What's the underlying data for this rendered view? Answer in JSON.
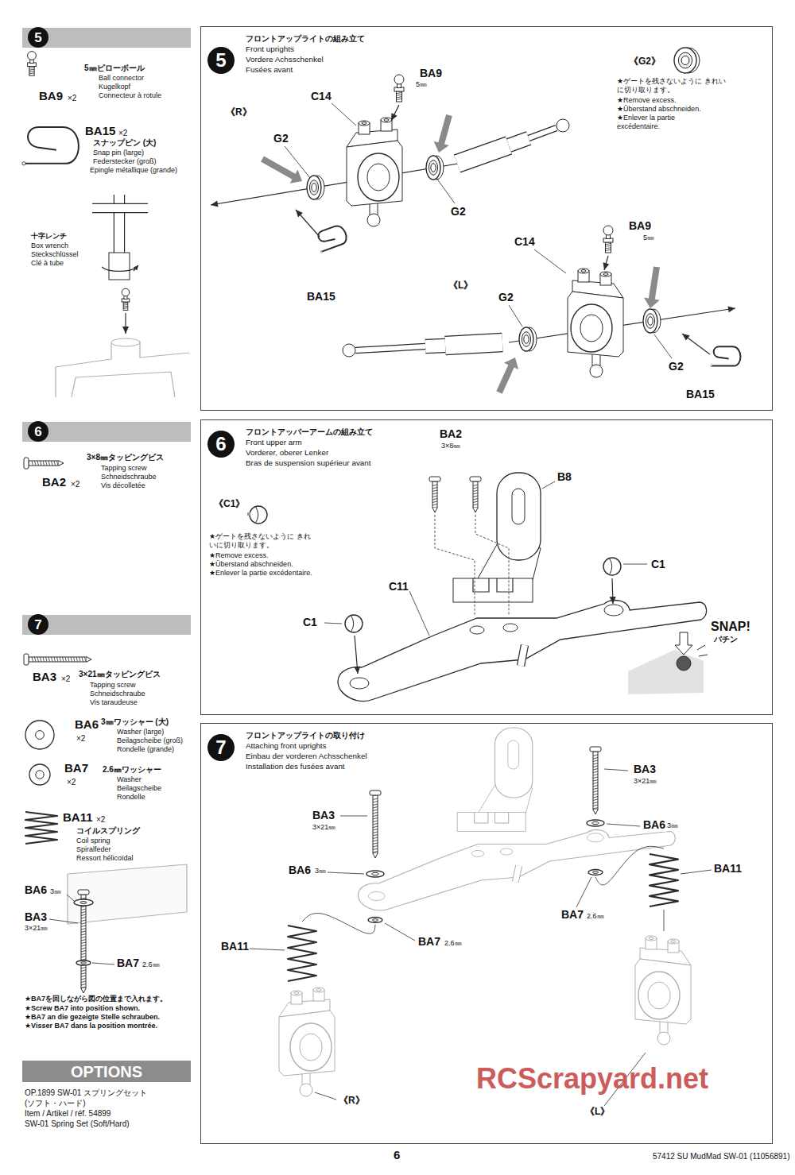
{
  "diagram": {
    "nodes": [
      {
        "text": [
          "5"
        ]
      },
      {
        "text": [
          "フロントアップライトの組み立て",
          "Front uprights",
          "Vordere Achsschenkel",
          "Fusées avant"
        ]
      },
      {
        "text": [
          "5"
        ],
        "in": 1
      },
      {
        "text": [
          "6"
        ]
      },
      {
        "text": [
          "フロントアッパーアームの組み立て",
          "Front upper arm",
          "Vorderer, oberer Lenker",
          "Bras de suspension supérieur avant"
        ]
      },
      {
        "text": [
          "6"
        ],
        "in": 4
      },
      {
        "text": [
          "7"
        ]
      },
      {
        "text": [
          "フロントアップライトの取り付け",
          "Attaching front uprights",
          "Einbau der vorderen Achsschenkel",
          "Installation des fusées avant"
        ]
      },
      {
        "text": [
          "7"
        ],
        "in": 7
      },
      {
        "text": [
          "OPTIONS"
        ]
      }
    ],
    "labels": [
      "BA9",
      "×2",
      "5㎜ピローボール",
      "Ball connector",
      "Kugelkopf",
      "Connecteur à rotule",
      "BA15",
      "×2",
      "スナップピン (大)",
      "Snap pin (large)",
      "Federstecker (groß)",
      "Epingle métallique (grande)",
      "十字レンチ",
      "Box wrench",
      "Steckschlüssel",
      "Clé à tube",
      "3×8㎜タッピングビス",
      "Tapping screw",
      "Schneidschraube",
      "Vis décolletée",
      "BA2",
      "×2",
      "BA3",
      "×2",
      "3×21㎜タッピングビス",
      "Tapping screw",
      "Schneidschraube",
      "Vis taraudeuse",
      "BA6",
      "×2",
      "3㎜ワッシャー (大)",
      "Washer (large)",
      "Beilagscheibe (groß)",
      "Rondelle (grande)",
      "BA7",
      "×2",
      "2.6㎜ワッシャー",
      "Washer",
      "Beilagscheibe",
      "Rondelle",
      "BA11",
      "×2",
      "コイルスプリング",
      "Coil spring",
      "Spiralfeder",
      "Ressort hélicoïdal",
      "BA6",
      "3㎜",
      "BA3",
      "3×21㎜",
      "BA7",
      "2.6㎜",
      "★BA7を回しながら図の位置まで入れます。",
      "★Screw BA7 into position shown.",
      "★BA7 an die gezeigte Stelle schrauben.",
      "★Visser BA7 dans la position montrée.",
      "OP.1899 SW-01 スプリングセット",
      "(ソフト・ハード)",
      "Item / Artikel / réf. 54899",
      "SW-01 Spring Set (Soft/Hard)",
      "BA9",
      "5㎜",
      "C14",
      "《R》",
      "G2",
      "G2",
      "BA15",
      "BA9",
      "5㎜",
      "C14",
      "《L》",
      "G2",
      "G2",
      "BA15",
      "《G2》",
      "★ゲートを残さないように きれいに切り取ります。",
      "★Remove excess.",
      "★Überstand abschneiden.",
      "★Enlever la partie excédentaire.",
      "BA2",
      "3×8㎜",
      "B8",
      "《C1》",
      "★ゲートを残さないように きれいに切り取ります。",
      "★Remove excess.",
      "★Überstand abschneiden.",
      "★Enlever la partie excédentaire.",
      "C1",
      "C11",
      "C1",
      "SNAP!",
      "パチン",
      "BA3",
      "3×21㎜",
      "BA6",
      "3㎜",
      "BA11",
      "BA7",
      "2.6㎜",
      "《L》",
      "BA3",
      "3×21㎜",
      "BA6",
      "3㎜",
      "BA7",
      "2.6㎜",
      "BA11",
      "《R》",
      "6",
      "57412 SU MudMad SW-01 (11056891)",
      "RCScrapyard.net"
    ]
  }
}
